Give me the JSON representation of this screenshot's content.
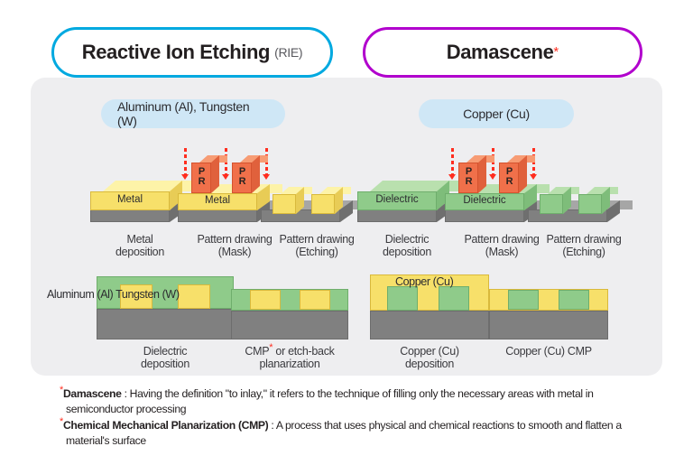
{
  "headers": {
    "left": {
      "title": "Reactive Ion Etching",
      "abbrev": "(RIE)",
      "accent": "#00a9e0"
    },
    "right": {
      "title": "Damascene",
      "asterisk": "*",
      "accent": "#b100cd"
    }
  },
  "chips": {
    "left": "Aluminum (Al), Tungsten (W)",
    "right": "Copper (Cu)"
  },
  "left_column": {
    "row1": [
      {
        "caption_line1": "Metal",
        "caption_line2": "deposition",
        "block_label": "Metal"
      },
      {
        "caption_line1": "Pattern drawing",
        "caption_line2": "(Mask)",
        "block_label": "Metal",
        "pr_label_top": "P",
        "pr_label_bottom": "R"
      },
      {
        "caption_line1": "Pattern drawing",
        "caption_line2": "(Etching)"
      }
    ],
    "row2": [
      {
        "caption_line1": "Dielectric",
        "caption_line2": "deposition",
        "overlay_label": "Aluminum (Al) Tungsten (W)"
      },
      {
        "caption_line1": "CMP",
        "caption_star": "*",
        "caption_line1_rest": " or etch-back",
        "caption_line2": "planarization"
      }
    ]
  },
  "right_column": {
    "row1": [
      {
        "caption_line1": "Dielectric",
        "caption_line2": "deposition",
        "block_label": "Dielectric"
      },
      {
        "caption_line1": "Pattern drawing",
        "caption_line2": "(Mask)",
        "block_label": "Dielectric",
        "pr_label_top": "P",
        "pr_label_bottom": "R"
      },
      {
        "caption_line1": "Pattern drawing",
        "caption_line2": "(Etching)"
      }
    ],
    "row2": [
      {
        "caption_line1": "Copper (Cu)",
        "caption_line2": "deposition",
        "overlay_label": "Copper (Cu)"
      },
      {
        "caption_line1": "Copper (Cu) CMP",
        "caption_line2": ""
      }
    ]
  },
  "footnotes": [
    {
      "star": "*",
      "term": "Damascene",
      "body": " : Having the definition \"to inlay,\" it refers to the technique of filling only the necessary areas with metal in semiconductor processing"
    },
    {
      "star": "*",
      "term": "Chemical Mechanical Planarization (CMP)",
      "body": " : A process that uses physical and chemical reactions to smooth and flatten a material's surface"
    }
  ],
  "colors": {
    "panel_bg": "#eeeef0",
    "chip_bg": "#cfe7f6",
    "metal_yellow": "#f7e06a",
    "metal_yellow_top": "#fdf3a8",
    "dielectric_green": "#8fcb8a",
    "dielectric_green_top": "#b9e0ae",
    "photoresist_orange": "#f0704a",
    "photoresist_orange_top": "#f79c74",
    "substrate_gray": "#808080",
    "arrow_red": "#ff2d1f"
  }
}
